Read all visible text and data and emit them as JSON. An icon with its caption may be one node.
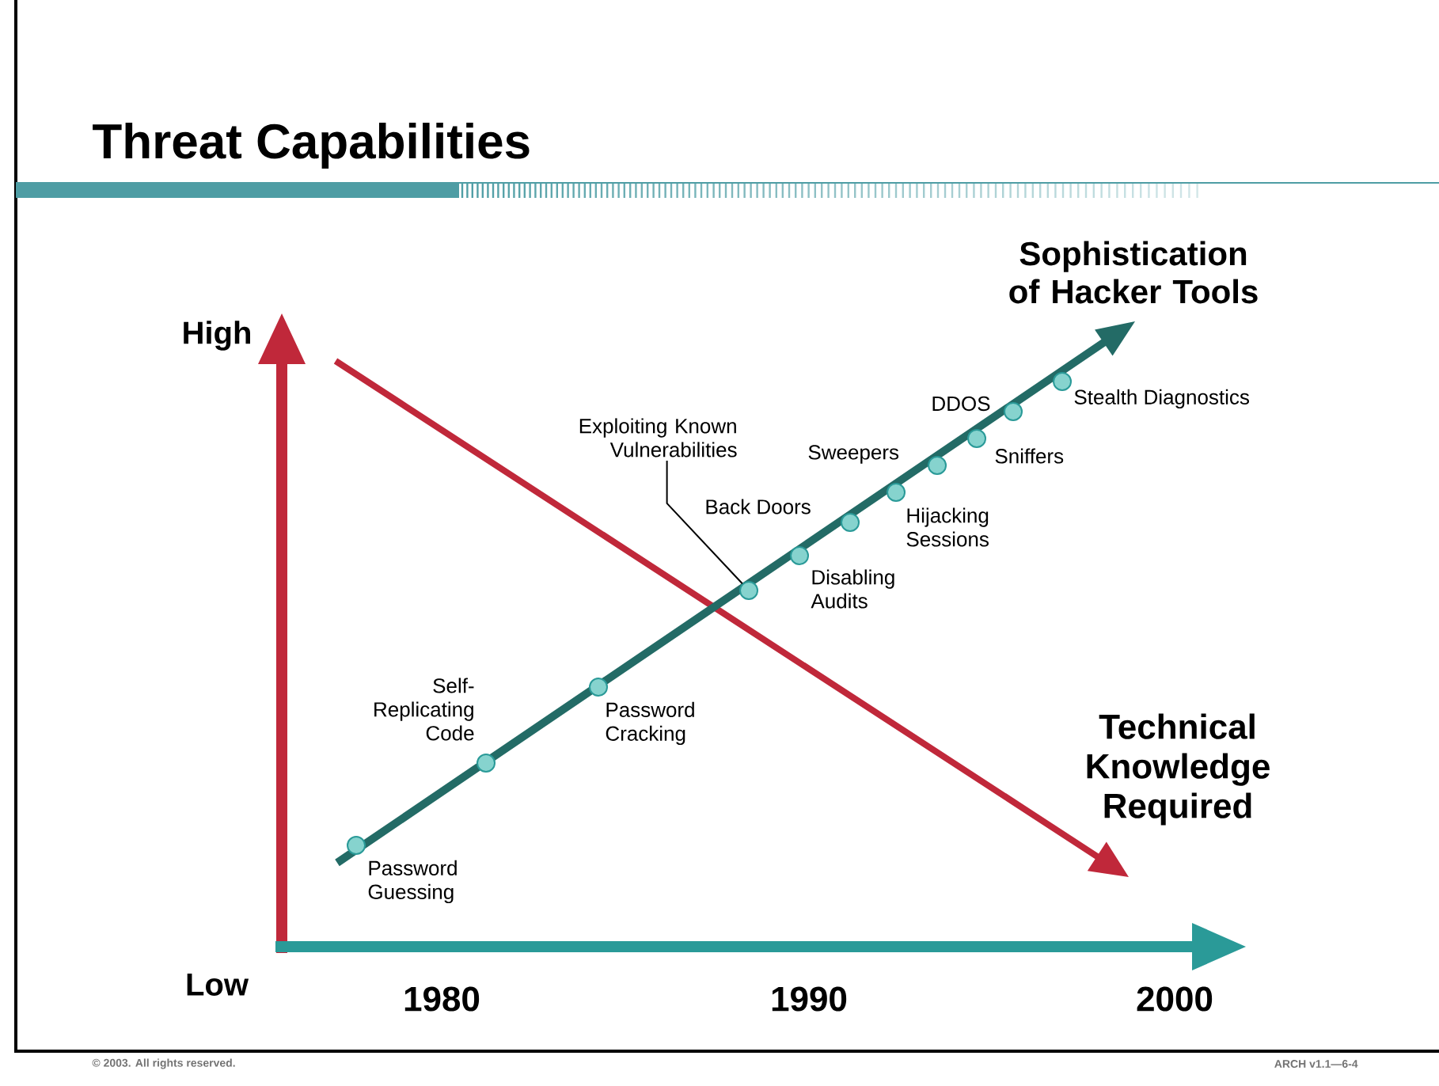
{
  "diagram": {
    "title": "Threat Capabilities",
    "nodes": [
      {
        "text": [
          "Exploiting Known Vulnerabilities"
        ]
      },
      {
        "text": [],
        "shape": "circle",
        "beside": [
          "Password Guessing"
        ]
      },
      {
        "text": [],
        "shape": "circle",
        "beside": [
          "Self-Replicating Code"
        ]
      },
      {
        "text": [],
        "shape": "circle",
        "beside": [
          "Password Cracking"
        ]
      },
      {
        "text": [],
        "shape": "circle"
      },
      {
        "text": [],
        "shape": "circle",
        "beside": [
          "Disabling Audits"
        ]
      },
      {
        "text": [],
        "shape": "circle",
        "beside": [
          "Back Doors"
        ]
      },
      {
        "text": [],
        "shape": "circle",
        "beside": [
          "Hijacking Sessions"
        ]
      },
      {
        "text": [],
        "shape": "circle",
        "beside": [
          "Sweepers"
        ]
      },
      {
        "text": [],
        "shape": "circle",
        "beside": [
          "Sniffers"
        ]
      },
      {
        "text": [],
        "shape": "circle",
        "beside": [
          "DDOS"
        ]
      },
      {
        "text": [],
        "shape": "circle",
        "beside": [
          "Stealth Diagnostics"
        ]
      }
    ],
    "edges": [
      {
        "from": 0,
        "to": 4,
        "arrow": "none"
      }
    ],
    "labels": [
      "High",
      "Sophistication of Hacker Tools",
      "Technical Knowledge Required",
      "Low",
      "1980",
      "1990",
      "2000",
      "© 2003. All rights reserved.",
      "ARCH v1.1—6-4"
    ]
  }
}
